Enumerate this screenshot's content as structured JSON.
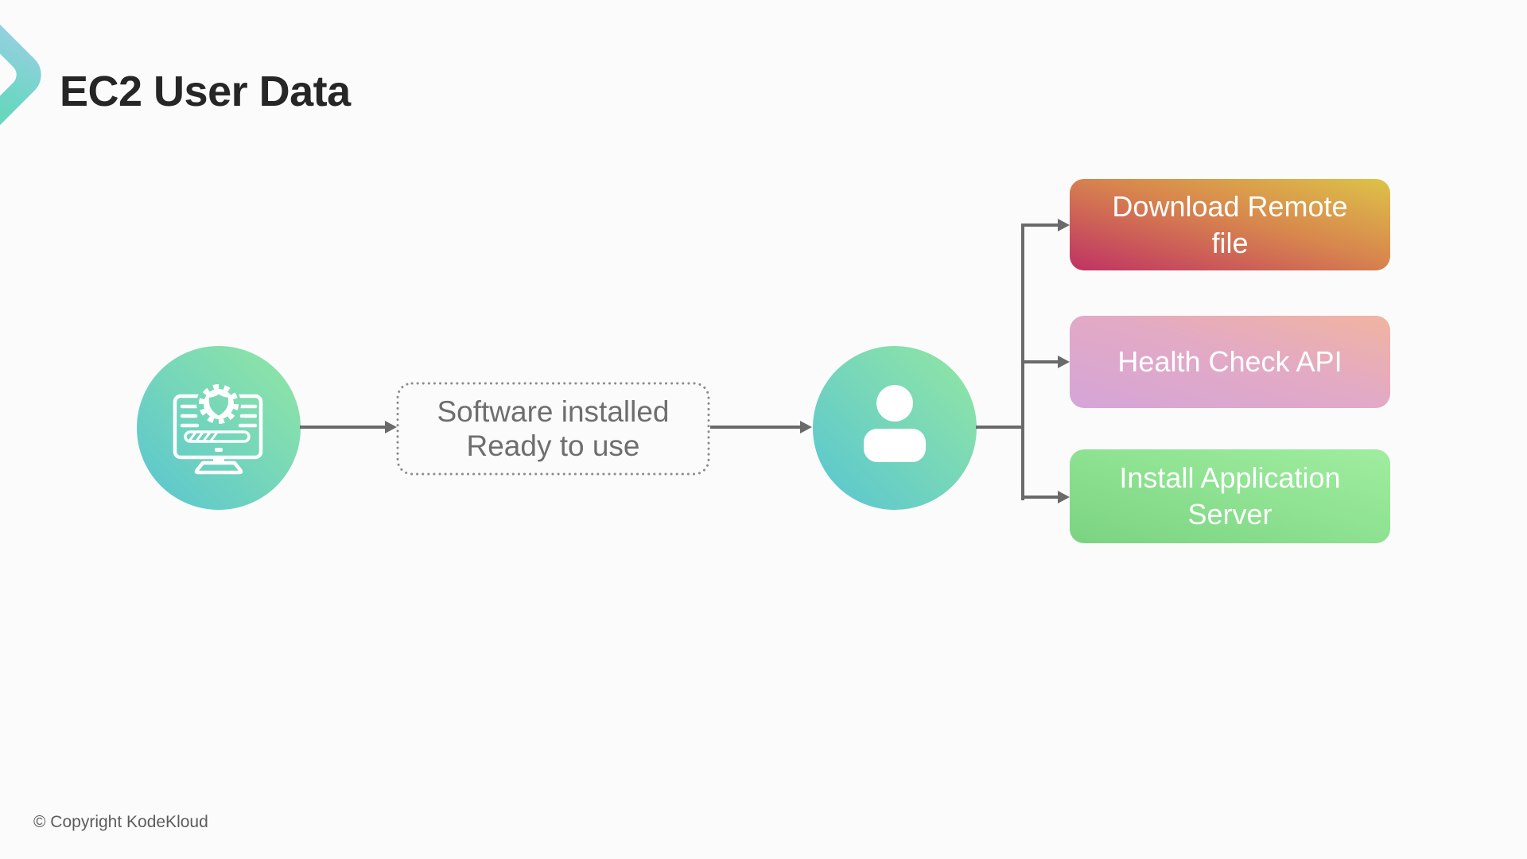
{
  "header": {
    "title": "EC2 User Data",
    "logo_icon": "kodekloud-chevron-logo"
  },
  "flow": {
    "instance_node": {
      "icon": "secure-computer-icon"
    },
    "status_box": {
      "lines": [
        "Software installed",
        "Ready to use"
      ]
    },
    "user_node": {
      "icon": "user-icon"
    },
    "tasks": [
      {
        "lines": [
          "Download Remote",
          "file"
        ],
        "color_from": "#bf3264",
        "color_to": "#ddc348"
      },
      {
        "lines": [
          "Health Check API"
        ],
        "color_from": "#d5a5d8",
        "color_to": "#f1b4a0"
      },
      {
        "lines": [
          "Install Application",
          "Server"
        ],
        "color_from": "#7bd381",
        "color_to": "#a0ed9f"
      }
    ]
  },
  "theme": {
    "background": "#fbfbfb",
    "node_gradient_from": "#58c5d2",
    "node_gradient_to": "#93e7a2",
    "connector_color": "#6a6a6a",
    "status_border_color": "#8c8c8c",
    "logo_gradient_from": "#9ccfe4",
    "logo_gradient_to": "#5cd8b2"
  },
  "footer": {
    "copyright": "© Copyright KodeKloud"
  }
}
